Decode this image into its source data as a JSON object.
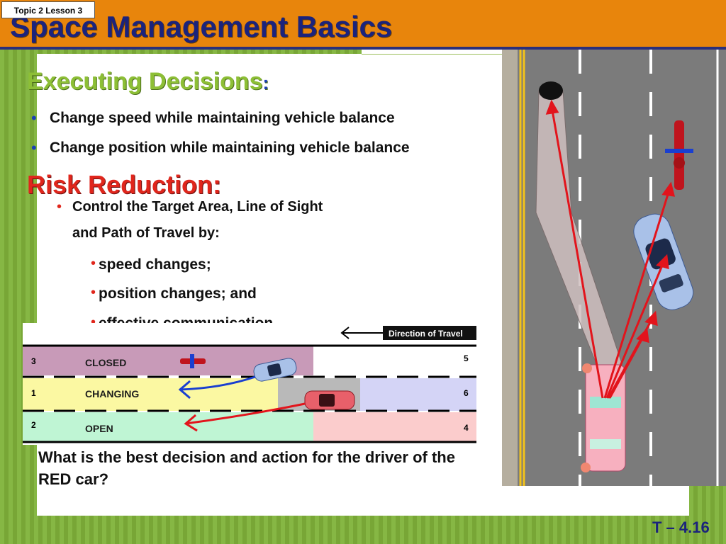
{
  "header": {
    "tag": "Topic 2 Lesson 3",
    "title": "Space Management Basics"
  },
  "section_executing": {
    "heading": "Executing Decisions",
    "heading_colon": ":",
    "bullets": [
      "Change speed while maintaining vehicle balance",
      "Change position while maintaining vehicle balance"
    ]
  },
  "section_risk": {
    "heading": "Risk Reduction:",
    "bullet_line1": "Control the Target Area, Line of Sight",
    "bullet_line2": "and Path of Travel by:",
    "sub_bullets": [
      "speed changes;",
      "position changes; and",
      "effective communication."
    ]
  },
  "lane_diagram": {
    "direction_label": "Direction of Travel",
    "lanes": [
      {
        "left_num": "3",
        "name": "CLOSED",
        "right_num": "5"
      },
      {
        "left_num": "1",
        "name": "CHANGING",
        "right_num": "6"
      },
      {
        "left_num": "2",
        "name": "OPEN",
        "right_num": "4"
      }
    ],
    "colors": {
      "closed": "#c89ab8",
      "changing": "#fbf8a2",
      "changing_gray": "#b9b9b9",
      "changing_right": "#d4d4f6",
      "open": "#bff5d4",
      "open_right": "#fbcccc"
    }
  },
  "question": "What is the best decision and action for the driver of the RED car?",
  "footer": "T – 4.16",
  "colors": {
    "header": "#e8850c",
    "title": "#1b237c",
    "exec_heading": "#8dbf36",
    "risk_heading": "#e0261c"
  }
}
